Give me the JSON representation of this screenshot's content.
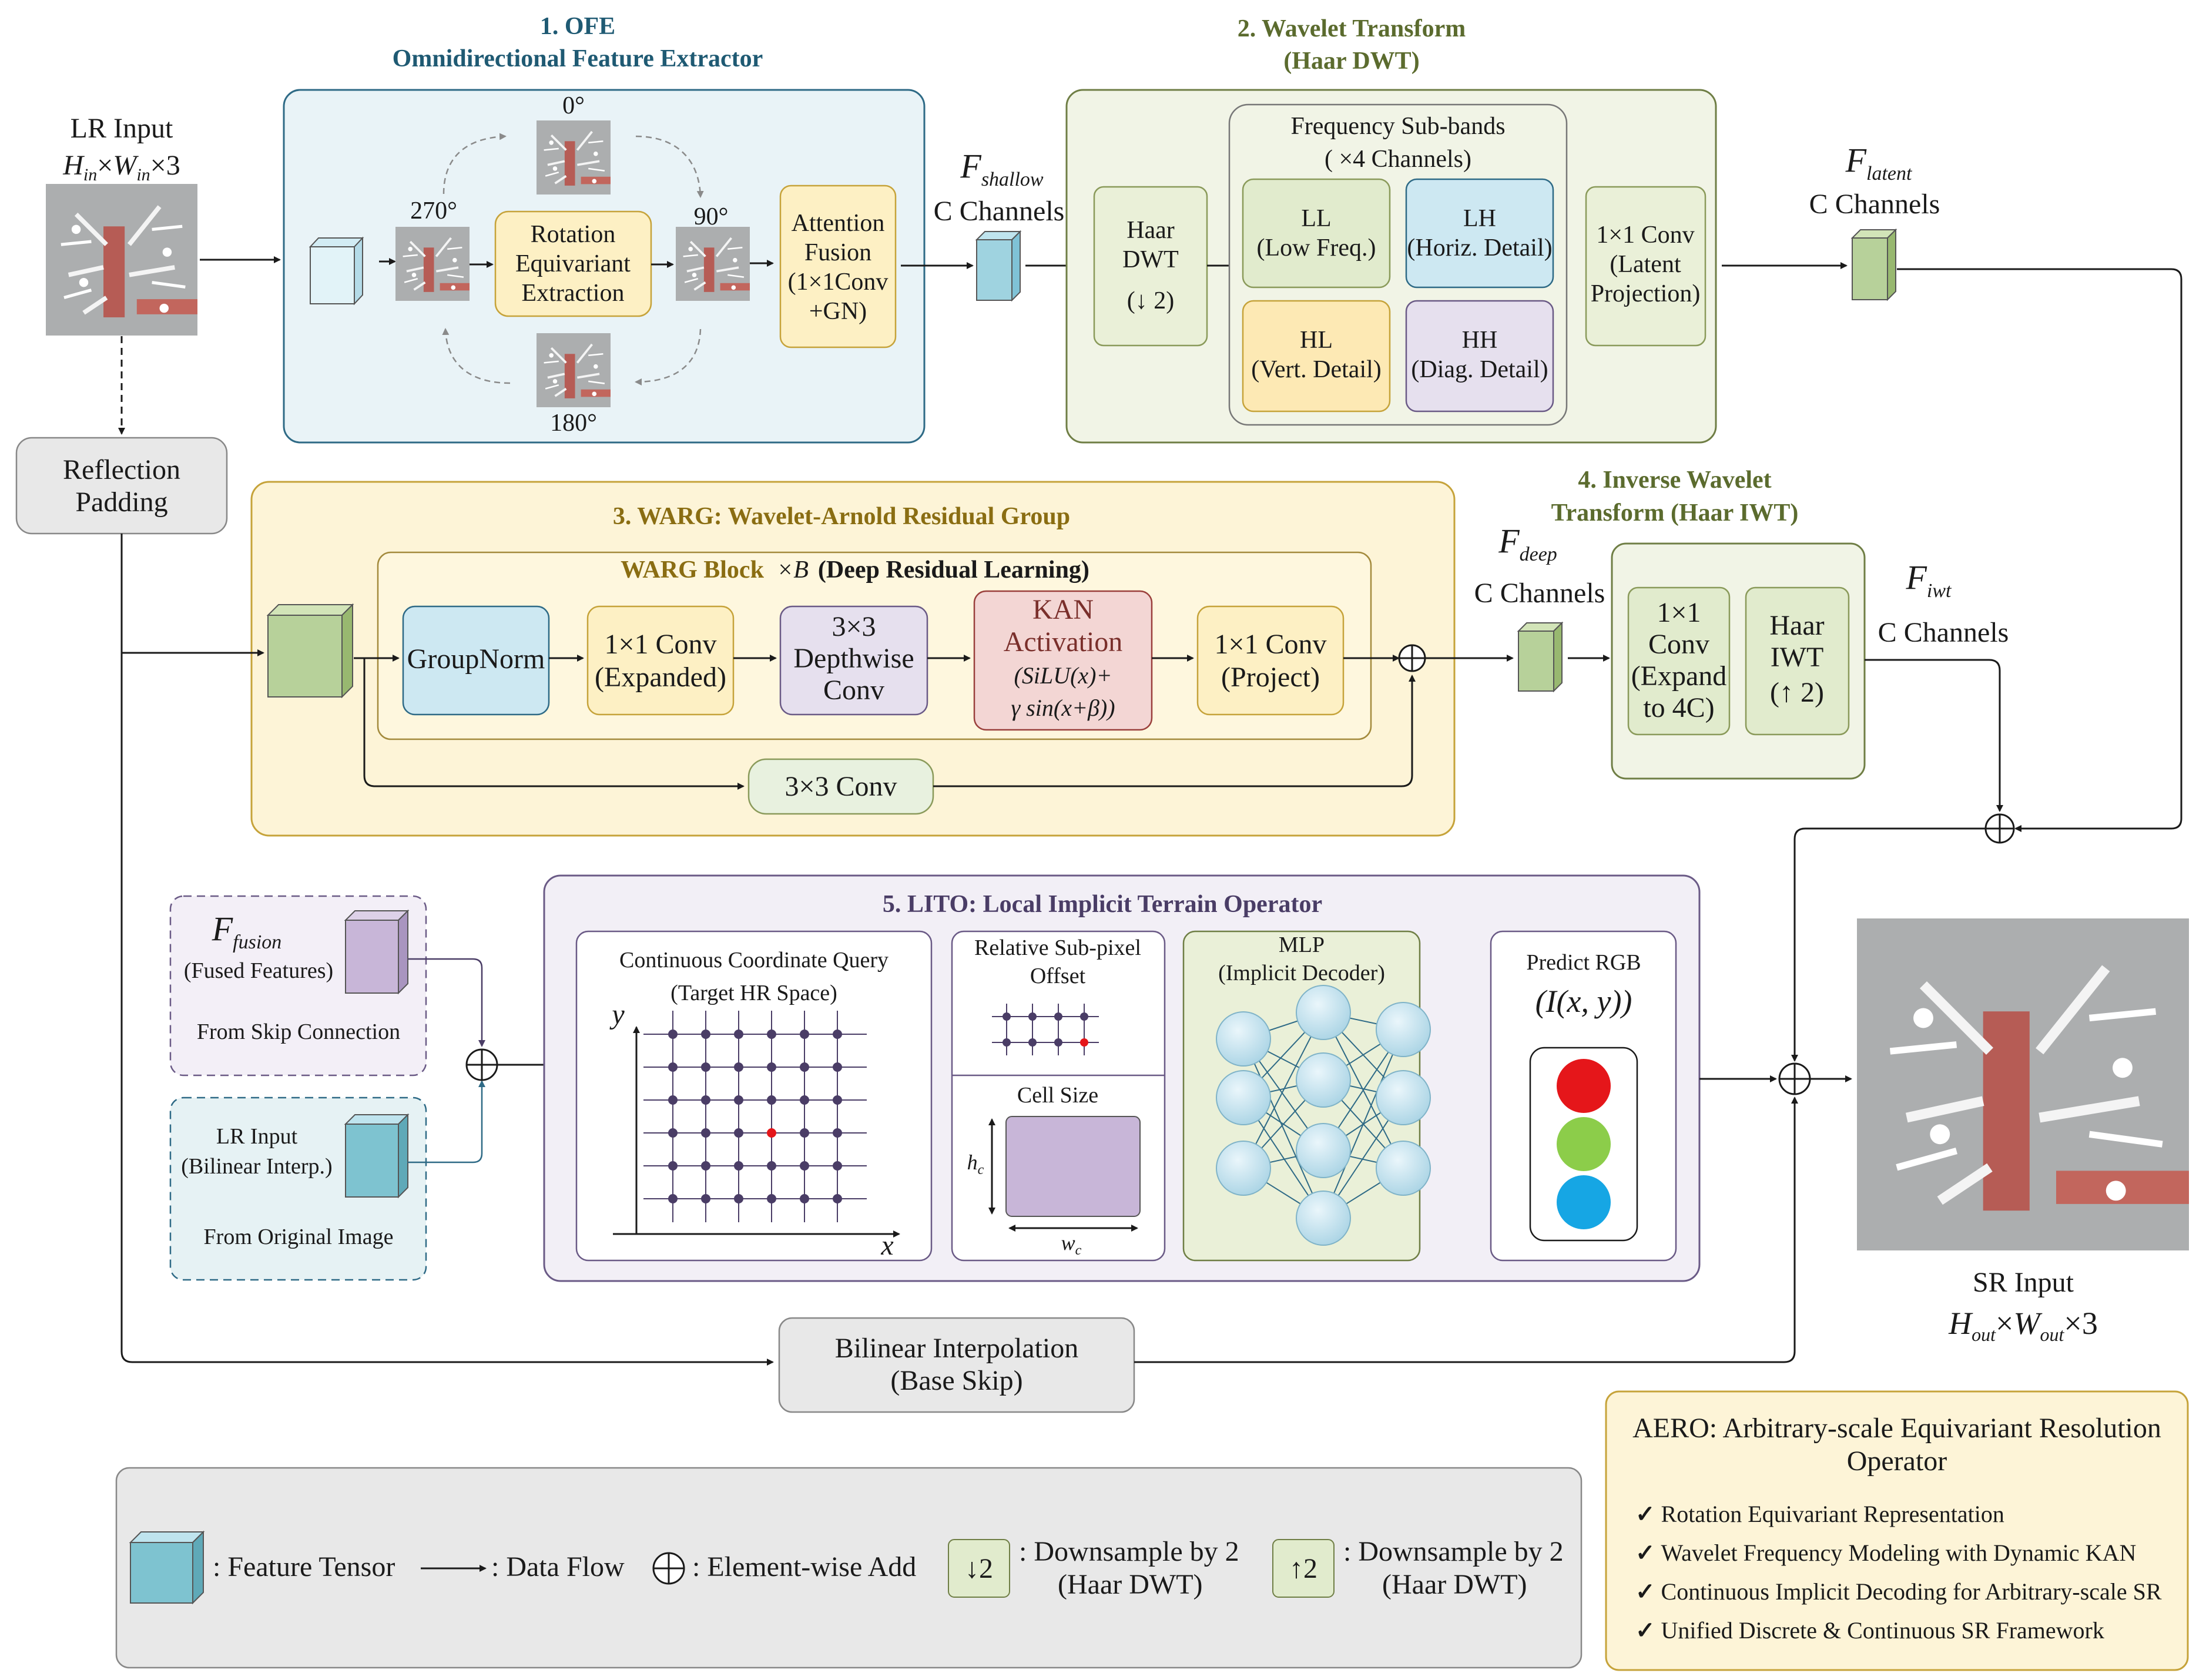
{
  "input": {
    "label": "LR Input",
    "dims": "H",
    "dim_in_sub": "in",
    "dim_w": "W",
    "dim_times3": "×3"
  },
  "ofe": {
    "title_1": "1. OFE",
    "title_2": "Omnidirectional Feature Extractor",
    "angle_0": "0°",
    "angle_90": "90°",
    "angle_180": "180°",
    "angle_270": "270°",
    "rot_1": "Rotation",
    "rot_2": "Equivariant",
    "rot_3": "Extraction",
    "att_1": "Attention",
    "att_2": "Fusion",
    "att_3": "(1×1Conv",
    "att_4": "+GN)"
  },
  "f_shallow": {
    "sym": "F",
    "sub": "shallow",
    "channels": "C Channels"
  },
  "wavelet": {
    "title_1": "2. Wavelet Transform",
    "title_2": "(Haar DWT)",
    "haar_1": "Haar",
    "haar_2": "DWT",
    "haar_3": "(↓ 2)",
    "sub_title_1": "Frequency Sub-bands",
    "sub_title_2": "( ×4 Channels)",
    "ll_1": "LL",
    "ll_2": "(Low Freq.)",
    "lh_1": "LH",
    "lh_2": "(Horiz. Detail)",
    "hl_1": "HL",
    "hl_2": "(Vert. Detail)",
    "hh_1": "HH",
    "hh_2": "(Diag. Detail)",
    "conv_1": "1×1 Conv",
    "conv_2": "(Latent",
    "conv_3": "Projection)"
  },
  "f_latent": {
    "sym": "F",
    "sub": "latent",
    "channels": "C Channels"
  },
  "reflection": {
    "line1": "Reflection",
    "line2": "Padding"
  },
  "warg": {
    "title": "3. WARG:  Wavelet-Arnold Residual Group",
    "block_title": "WARG Block",
    "block_mult": "×B",
    "block_desc": "(Deep Residual Learning)",
    "groupnorm": "GroupNorm",
    "conv_exp_1": "1×1 Conv",
    "conv_exp_2": "(Expanded)",
    "dw_1": "3×3",
    "dw_2": "Depthwise",
    "dw_3": "Conv",
    "kan_1": "KAN",
    "kan_2": "Activation",
    "kan_3": "(SiLU(x)+",
    "kan_4": "γ sin(x+β))",
    "proj_1": "1×1 Conv",
    "proj_2": "(Project)",
    "skip_conv": "3×3  Conv"
  },
  "f_deep": {
    "sym": "F",
    "sub": "deep",
    "channels": "C Channels"
  },
  "iwt": {
    "title_1": "4. Inverse Wavelet",
    "title_2": "Transform (Haar IWT)",
    "c1": "1×1",
    "c2": "Conv",
    "c3": "(Expand",
    "c4": "to 4C)",
    "h1": "Haar",
    "h2": "IWT",
    "h3": "(↑ 2)"
  },
  "f_iwt": {
    "sym": "F",
    "sub": "iwt",
    "channels": "C Channels"
  },
  "fusion": {
    "sym": "F",
    "sub": "fusion",
    "desc": "(Fused Features)",
    "from": "From Skip Connection"
  },
  "lr_interp": {
    "line1": "LR Input",
    "line2": "(Bilinear Interp.)",
    "from": "From Original Image"
  },
  "lito": {
    "title": "5. LITO:  Local Implicit Terrain Operator",
    "coord_1": "Continuous Coordinate Query",
    "coord_2": "(Target HR Space)",
    "axis_y": "y",
    "axis_x": "x",
    "offset_1": "Relative Sub-pixel",
    "offset_2": "Offset",
    "cell": "Cell Size",
    "hc": "h",
    "wc": "w",
    "c_sub": "c",
    "mlp_1": "MLP",
    "mlp_2": "(Implicit Decoder)",
    "rgb_1": "Predict RGB",
    "rgb_2": "(I(x, y))"
  },
  "bilinear": {
    "line1": "Bilinear Interpolation",
    "line2": "(Base Skip)"
  },
  "output": {
    "label": "SR Input",
    "dim_h": "H",
    "dim_w": "W",
    "dim_sub": "out",
    "dim_times3": "×3"
  },
  "legend": {
    "tensor": ": Feature Tensor",
    "flow": ": Data Flow",
    "add": ": Element-wise Add",
    "down_glyph": "↓2",
    "down_1": ": Downsample by 2",
    "down_2": "(Haar DWT)",
    "up_glyph": "↑2",
    "up_1": ": Downsample by 2",
    "up_2": "(Haar DWT)"
  },
  "aero": {
    "title_1": "AERO: Arbitrary-scale Equivariant Resolution",
    "title_2": "Operator",
    "check": "✓",
    "items": [
      "Rotation Equivariant Representation",
      "Wavelet Frequency Modeling with Dynamic KAN",
      "Continuous Implicit Decoding for Arbitrary-scale SR",
      "Unified Discrete & Continuous SR Framework"
    ]
  },
  "colors": {
    "ofe_bg": "#e9f3f7",
    "ofe_border": "#2e6a86",
    "wave_bg": "#f1f4e6",
    "wave_border": "#6f7e45",
    "warg_bg": "#fdf4d7",
    "warg_border": "#c6a33a",
    "lito_bg": "#f2eff6",
    "lito_border": "#6a5a86",
    "tensor_blue": "#9fd3e0",
    "tensor_green": "#b7d19a",
    "tensor_purple": "#c8b6d8",
    "title_blue": "#1f5a73",
    "title_green": "#5b6b2e",
    "title_gold": "#8a6d12",
    "title_purple": "#4a3d66",
    "rgb_red": "#e5161a",
    "rgb_green": "#8ccd4a",
    "rgb_blue": "#16a6e4"
  }
}
